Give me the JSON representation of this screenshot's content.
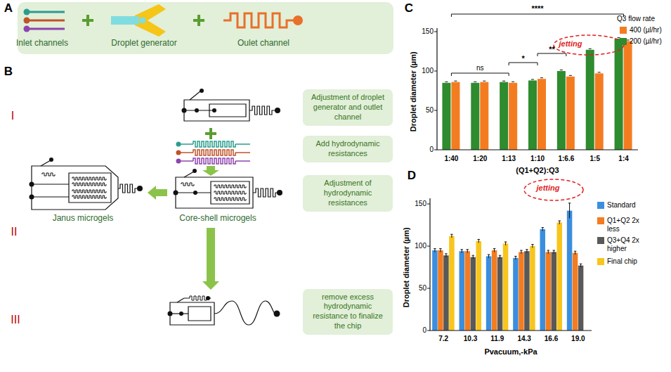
{
  "diagram": {
    "nodes": [
      {
        "text": [
          "Adjustment of droplet generator and outlet channel"
        ]
      },
      {
        "text": [
          "Add hydrodynamic resistances"
        ]
      },
      {
        "text": [
          "Adjustment of hydrodynamic resistances"
        ]
      },
      {
        "text": [
          "remove excess hydrodynamic resistance to finalize the chip"
        ]
      }
    ],
    "labels": [
      "A",
      "Inlet channels",
      "Droplet generator",
      "Oulet channel",
      "B",
      "I",
      "II",
      "III",
      "Janus microgels",
      "Core-shell microgels",
      "C",
      "Q3 flow rate",
      "****",
      "ns",
      "*",
      "**",
      "jetting",
      "Droplet diameter (µm)",
      "150",
      "100",
      "50",
      "0",
      "1:40",
      "1:20",
      "1:13",
      "1:10",
      "1:6.6",
      "1:5",
      "1:4",
      "(Q1+Q2):Q3",
      "D",
      "jetting",
      "Droplet diameter (µm)",
      "150",
      "100",
      "50",
      "0",
      "7.2",
      "10.3",
      "11.9",
      "14.3",
      "16.6",
      "19.0",
      "Pvacuum,-kPa"
    ],
    "legend": [
      {
        "text": "400 (µl/hr)",
        "color": "#f47c20"
      },
      {
        "text": "200 (µl/hr)",
        "color": "#2e8b2e"
      },
      {
        "text": "Standard",
        "color": "#3b8ede"
      },
      {
        "text": "Q1+Q2 2x less",
        "color": "#f47c20"
      },
      {
        "text": "Q3+Q4 2x higher",
        "color": "#595959"
      },
      {
        "text": "Final chip",
        "color": "#f8c51c"
      }
    ]
  }
}
